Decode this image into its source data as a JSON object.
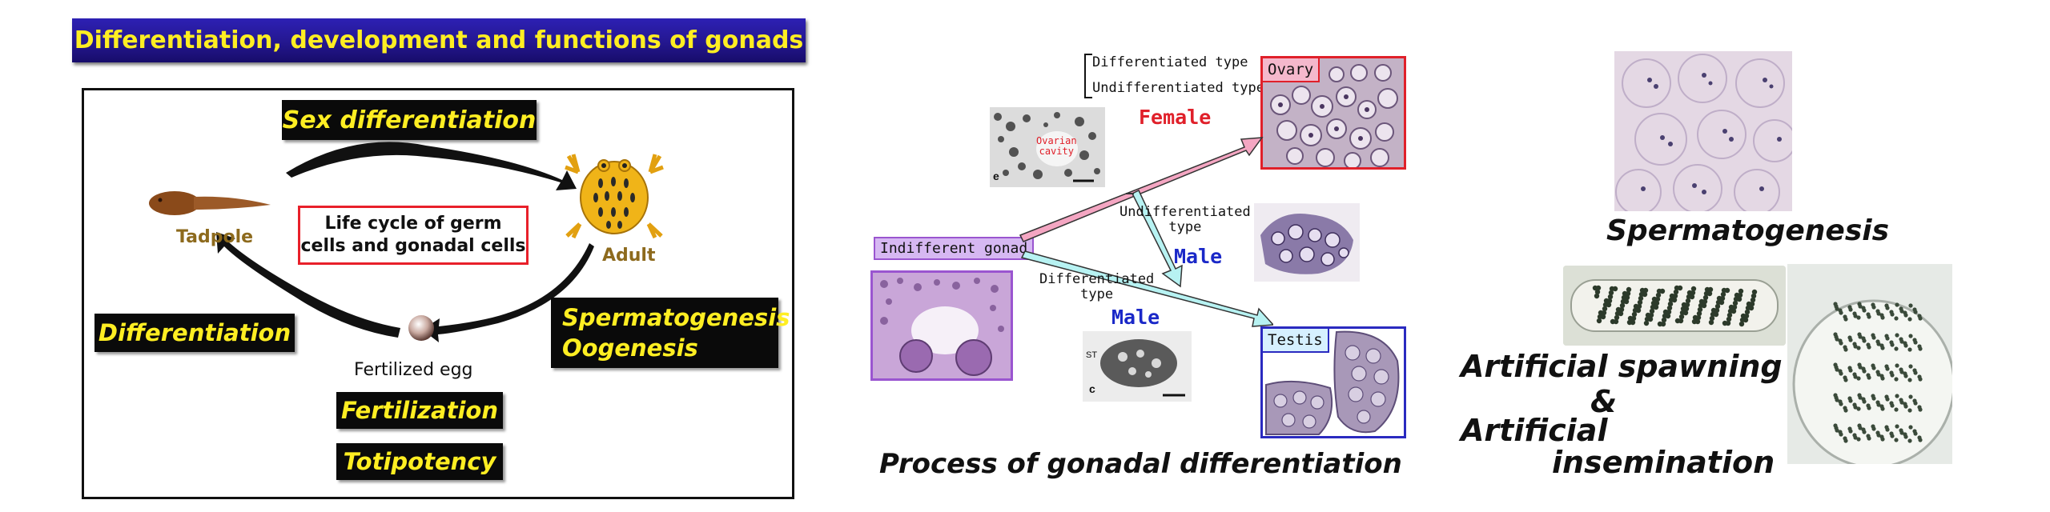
{
  "header": {
    "title": "Differentiation, development and functions of gonads"
  },
  "life_cycle": {
    "sex_differentiation": "Sex differentiation",
    "center_line1": "Life cycle of germ",
    "center_line2": "cells and gonadal cells",
    "tadpole": "Tadpole",
    "adult": "Adult",
    "fertilized_egg": "Fertilized egg",
    "differentiation": "Differentiation",
    "spermatogenesis": "Spermatogenesis",
    "oogenesis": "Oogenesis",
    "fertilization": "Fertilization",
    "totipotency": "Totipotency"
  },
  "gonad_process": {
    "legend_differentiated": "Differentiated type",
    "legend_undifferentiated": "Undifferentiated type",
    "female": "Female",
    "ovarian_cavity_1": "Ovarian",
    "ovarian_cavity_2": "cavity",
    "panel_e": "e",
    "ovary": "Ovary",
    "indifferent_gonad": "Indifferent gonad",
    "undiff_type_1": "Undifferentiated",
    "undiff_type_2": "type",
    "male_upper": "Male",
    "diff_type_1": "Differentiated",
    "diff_type_2": "type",
    "male_lower": "Male",
    "st_label": "ST",
    "panel_c": "c",
    "testis": "Testis",
    "caption": "Process of gonadal differentiation"
  },
  "right_panel": {
    "spermatogenesis_caption": "Spermatogenesis",
    "artificial_1": "Artificial spawning",
    "ampersand": "&",
    "artificial_2": "Artificial",
    "insemination": "insemination"
  },
  "colors": {
    "banner_text": "#ffee22",
    "tag_text": "#ffee22",
    "female_red": "#e0202a",
    "male_blue": "#1a28c8",
    "ovary_border": "#e0202a",
    "testis_border": "#2a2ac0",
    "indifferent_border": "#9a55d0"
  }
}
